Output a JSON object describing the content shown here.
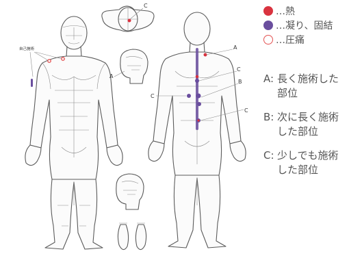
{
  "legend": [
    {
      "label": "…熱",
      "color": "#d9333f",
      "kind": "filled"
    },
    {
      "label": "…凝り、固結",
      "color": "#6a4e9e",
      "kind": "filled"
    },
    {
      "label": "…圧痛",
      "color": "#e35050",
      "kind": "ring"
    }
  ],
  "notes": [
    {
      "key": "A:",
      "line1": "長く施術した",
      "line2": "部位"
    },
    {
      "key": "B:",
      "line1": "次に長く施術",
      "line2": "した部位"
    },
    {
      "key": "C:",
      "line1": "少しでも施術",
      "line2": "した部位"
    }
  ],
  "annotations": {
    "self_treatment": "自己施術",
    "a": "A",
    "b": "B",
    "c": "C"
  }
}
